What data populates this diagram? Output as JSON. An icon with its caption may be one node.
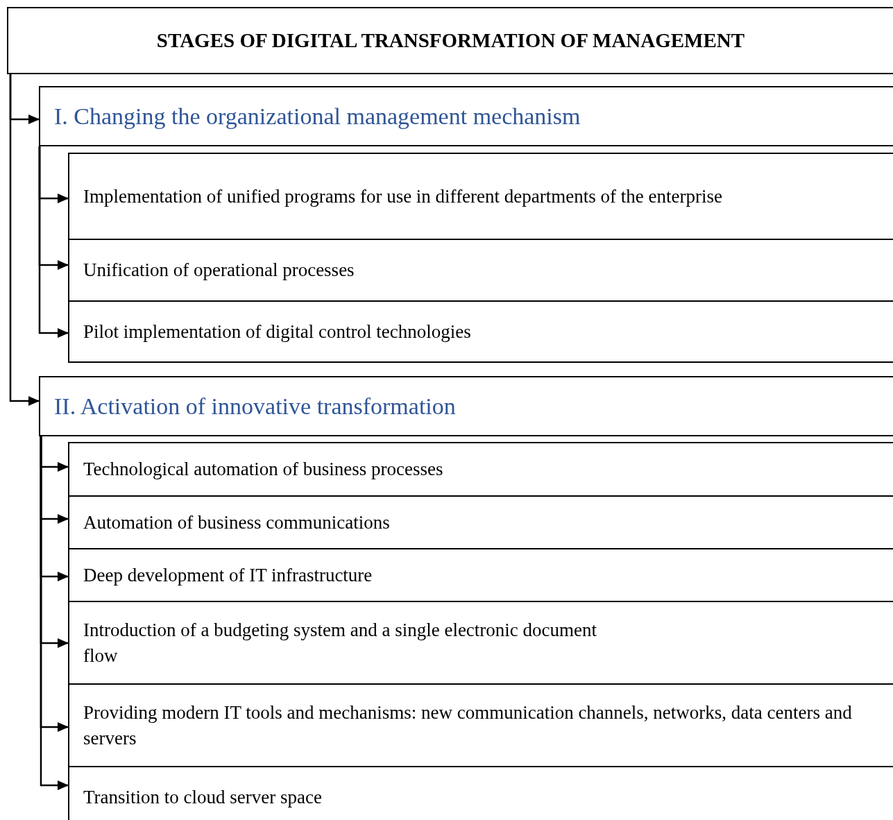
{
  "diagram": {
    "nodes": [
      {
        "text": [
          "STAGES OF DIGITAL TRANSFORMATION OF MANAGEMENT"
        ]
      },
      {
        "text": [
          "I. Changing the organizational management mechanism"
        ]
      },
      {
        "text": [
          "Implementation of unified programs for use in different departments of the enterprise"
        ]
      },
      {
        "text": [
          "Unification of operational processes"
        ]
      },
      {
        "text": [
          "Pilot implementation of digital control technologies"
        ]
      },
      {
        "text": [
          "II. Activation of innovative transformation"
        ]
      },
      {
        "text": [
          "Technological automation of business processes"
        ]
      },
      {
        "text": [
          "Automation of business communications"
        ]
      },
      {
        "text": [
          "Deep development of IT infrastructure"
        ]
      },
      {
        "text": [
          "Introduction of a budgeting system and a single electronic document flow"
        ]
      },
      {
        "text": [
          "Providing modern IT tools and mechanisms: new communication channels, networks, data centers and servers"
        ]
      },
      {
        "text": [
          "Transition to cloud server space"
        ]
      }
    ],
    "edges": [
      {
        "from": 0,
        "to": 1,
        "arrow": "to"
      },
      {
        "from": 0,
        "to": 5,
        "arrow": "to"
      },
      {
        "from": 1,
        "to": 2,
        "arrow": "to"
      },
      {
        "from": 1,
        "to": 3,
        "arrow": "to"
      },
      {
        "from": 1,
        "to": 4,
        "arrow": "to"
      },
      {
        "from": 5,
        "to": 6,
        "arrow": "to"
      },
      {
        "from": 5,
        "to": 7,
        "arrow": "to"
      },
      {
        "from": 5,
        "to": 8,
        "arrow": "to"
      },
      {
        "from": 5,
        "to": 9,
        "arrow": "to"
      },
      {
        "from": 5,
        "to": 10,
        "arrow": "to"
      },
      {
        "from": 5,
        "to": 11,
        "arrow": "to"
      }
    ]
  }
}
